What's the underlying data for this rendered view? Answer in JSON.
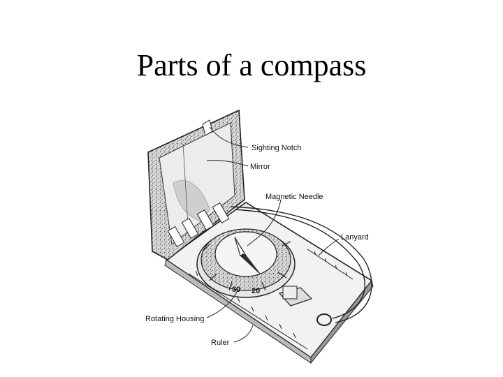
{
  "title": "Parts of a compass",
  "labels": {
    "sighting_notch": "Sighting Notch",
    "mirror": "Mirror",
    "magnetic_needle": "Magnetic Needle",
    "lanyard": "Lanyard",
    "rotating_housing": "Rotating Housing",
    "ruler": "Ruler"
  },
  "dial_numbers": [
    "30",
    "20"
  ]
}
